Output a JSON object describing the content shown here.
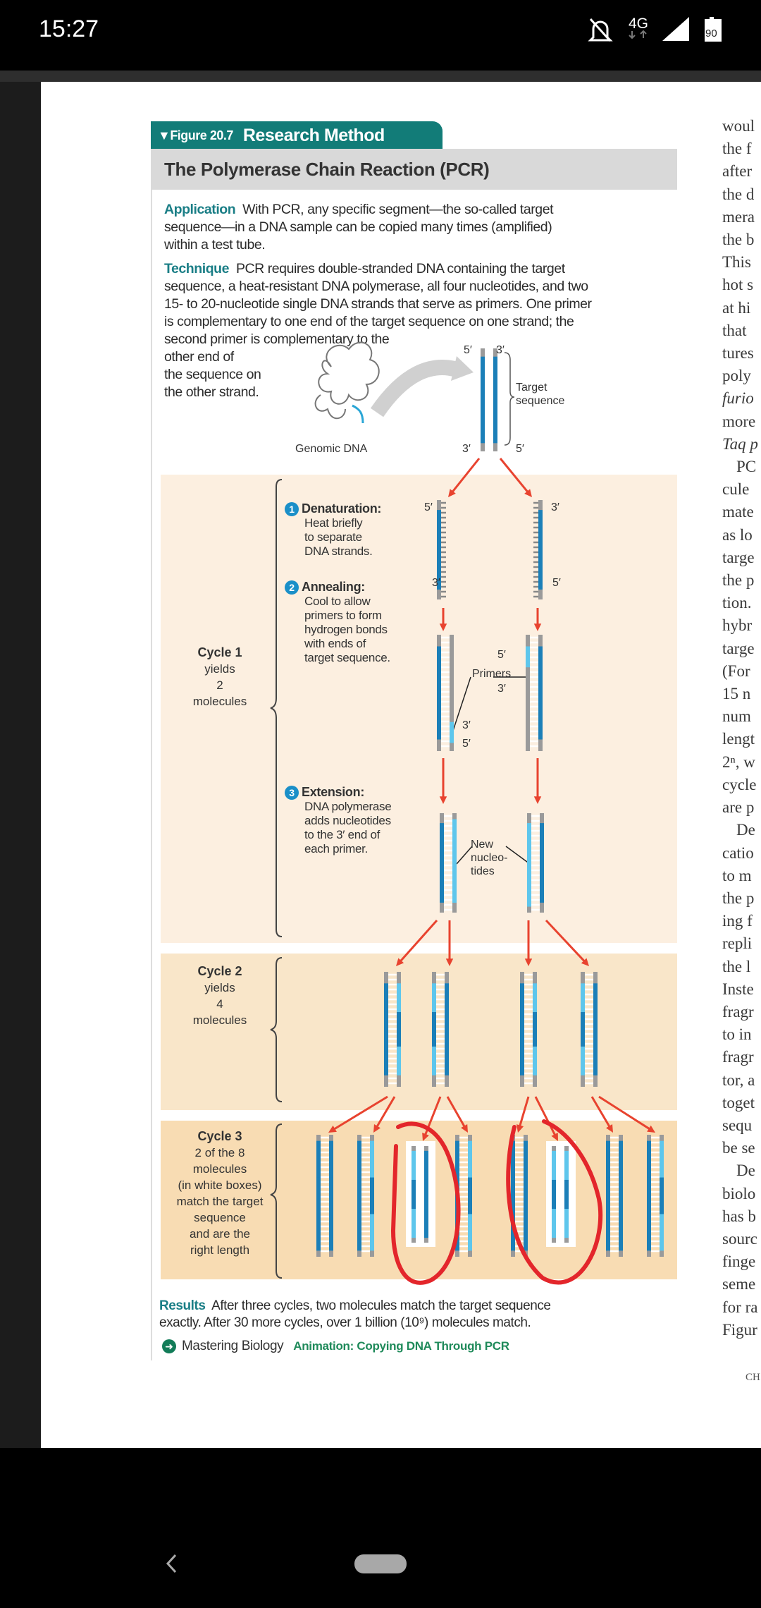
{
  "status_bar": {
    "time": "15:27",
    "network": "4G",
    "battery": "90",
    "icons": [
      "bell-off-icon",
      "network-4g-icon",
      "signal-icon",
      "battery-icon"
    ]
  },
  "figure": {
    "tab_label_small": "▼Figure 20.7",
    "tab_label_big": "Research Method",
    "title": "The Polymerase Chain Reaction (PCR)",
    "application_heading": "Application",
    "application_lines": [
      "  With PCR, any specific segment—the so-called target",
      "sequence—in a DNA sample can be copied many times (amplified)",
      "within a test tube."
    ],
    "technique_heading": "Technique",
    "technique_lines": [
      "  PCR requires double-stranded DNA containing the target",
      "sequence, a heat-resistant DNA polymerase, all four nucleotides, and two",
      "15- to 20-nucleotide single DNA strands that serve as primers. One primer",
      "is complementary to one end of the target sequence on one strand; the",
      "second primer is complementary to the",
      "other end of",
      "the sequence on",
      "the other strand."
    ],
    "genomic_dna": "Genomic DNA",
    "target_sequence": [
      "Target",
      "sequence"
    ],
    "five_prime": "5′",
    "three_prime": "3′",
    "steps": [
      {
        "number": "1",
        "title": "Denaturation:",
        "lines": [
          "Heat briefly",
          "to separate",
          "DNA strands."
        ]
      },
      {
        "number": "2",
        "title": "Annealing:",
        "lines": [
          "Cool to allow",
          "primers to form",
          "hydrogen bonds",
          "with ends of",
          "target sequence."
        ]
      },
      {
        "number": "3",
        "title": "Extension:",
        "lines": [
          "DNA polymerase",
          "adds nucleotides",
          "to the 3′ end of",
          "each primer."
        ]
      }
    ],
    "primers_label": "Primers",
    "new_nucleotides_label": [
      "New",
      "nucleo-",
      "tides"
    ],
    "cycles": [
      {
        "title": "Cycle 1",
        "lines": [
          "yields",
          "2",
          "molecules"
        ]
      },
      {
        "title": "Cycle 2",
        "lines": [
          "yields",
          "4",
          "molecules"
        ]
      },
      {
        "title": "Cycle 3",
        "lines": [
          "2 of the 8",
          "molecules",
          "(in white boxes)",
          "match the target",
          "sequence",
          "and are the",
          "right length"
        ]
      }
    ],
    "results_heading": "Results",
    "results_lines": [
      "  After three cycles, two molecules match the target sequence",
      "exactly. After 30 more cycles, over 1 billion (10⁹) molecules match."
    ],
    "mastering_label": "Mastering Biology",
    "animation_link": "Animation: Copying DNA Through PCR"
  },
  "right_column_lines": [
    "woul",
    "the f",
    "after",
    "the d",
    "mera",
    "the b",
    "This",
    "hot s",
    "at hi",
    "that",
    "tures",
    "poly",
    "furio",
    "more",
    "Taq p",
    "PC",
    "cule",
    "mate",
    "as lo",
    "targe",
    "the p",
    "tion.",
    "hybr",
    "targe",
    "(For",
    "15 n",
    "num",
    "lengt",
    "2ⁿ, w",
    "cycle",
    "are p",
    "De",
    "catio",
    "to m",
    "the p",
    "ing f",
    "repli",
    "the l",
    "Inste",
    "fragr",
    "to in",
    "fragr",
    "tor, a",
    "toget",
    "sequ",
    "be se",
    "De",
    "biolo",
    "has b",
    "sourc",
    "finge",
    "seme",
    "for ra",
    "Figur"
  ],
  "right_column_footer": "CH",
  "colors": {
    "teal": "#127c78",
    "dna_dark": "#1b7fb8",
    "dna_light": "#5ec6ec",
    "arrow": "#e8432f",
    "annotation": "#e3262b",
    "cycle1_bg": "#fcefe0",
    "cycle2_bg": "#f9e6c9",
    "cycle3_bg": "#f8dcb3"
  }
}
